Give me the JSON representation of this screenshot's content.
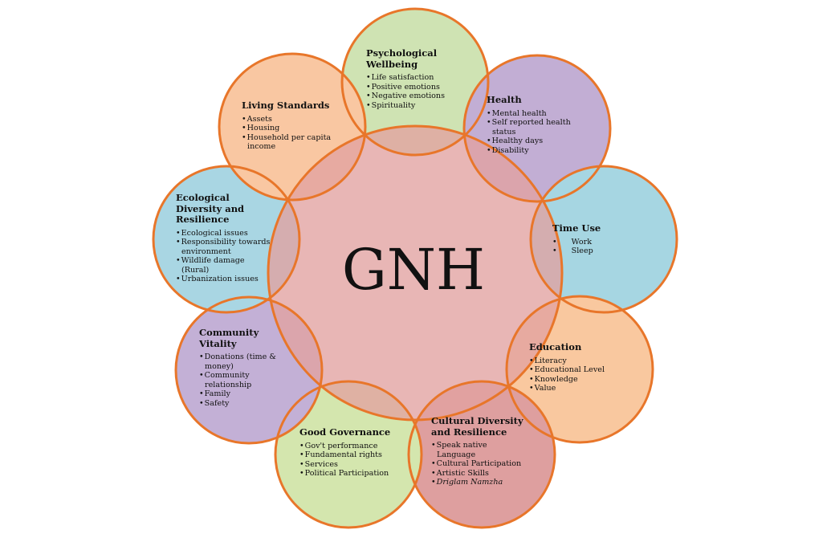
{
  "center": {
    "label": "GNH",
    "color": "#e2a2a0"
  },
  "outline_color": "#e8762a",
  "domains": [
    {
      "key": "psychological",
      "title": "Psychological Wellbeing",
      "title_lines": [
        "Psychological",
        "Wellbeing"
      ],
      "color": "#cfe3b3",
      "items": [
        "Life satisfaction",
        "Positive emotions",
        "Negative emotions",
        "Spirituality"
      ]
    },
    {
      "key": "health",
      "title": "Health",
      "title_lines": [
        "Health"
      ],
      "color": "#c2aed4",
      "items": [
        "Mental health",
        "Self reported health status",
        "Healthy days",
        "Disability"
      ]
    },
    {
      "key": "time-use",
      "title": "Time Use",
      "title_lines": [
        "Time Use"
      ],
      "color": "#a6d6e2",
      "items": [
        "Work",
        "Sleep"
      ]
    },
    {
      "key": "education",
      "title": "Education",
      "title_lines": [
        "Education"
      ],
      "color": "#f9c89f",
      "items": [
        "Literacy",
        "Educational Level",
        "Knowledge",
        "Value"
      ]
    },
    {
      "key": "cultural",
      "title": "Cultural Diversity and Resilience",
      "title_lines": [
        "Cultural Diversity",
        "and Resilience"
      ],
      "color": "#de9f9f",
      "items": [
        "Speak native Language",
        "Cultural Participation",
        "Artistic Skills",
        "Driglam Namzha"
      ]
    },
    {
      "key": "governance",
      "title": "Good Governance",
      "title_lines": [
        "Good Governance"
      ],
      "color": "#d4e6ae",
      "items": [
        "Gov't performance",
        "Fundamental rights",
        "Services",
        "Political Participation"
      ]
    },
    {
      "key": "community",
      "title": "Community Vitality",
      "title_lines": [
        "Community",
        "Vitality"
      ],
      "color": "#c3b0d6",
      "items": [
        "Donations (time & money)",
        "Community relationship",
        "Family",
        "Safety"
      ]
    },
    {
      "key": "ecological",
      "title": "Ecological Diversity and Resilience",
      "title_lines": [
        "Ecological",
        "Diversity and",
        "Resilience"
      ],
      "color": "#a9d6e3",
      "items": [
        "Ecological issues",
        "Responsibility towards environment",
        "Wildlife damage (Rural)",
        "Urbanization issues"
      ]
    },
    {
      "key": "living",
      "title": "Living Standards",
      "title_lines": [
        "Living Standards"
      ],
      "color": "#f9c7a2",
      "items": [
        "Assets",
        "Housing",
        "Household per capita income"
      ]
    }
  ]
}
